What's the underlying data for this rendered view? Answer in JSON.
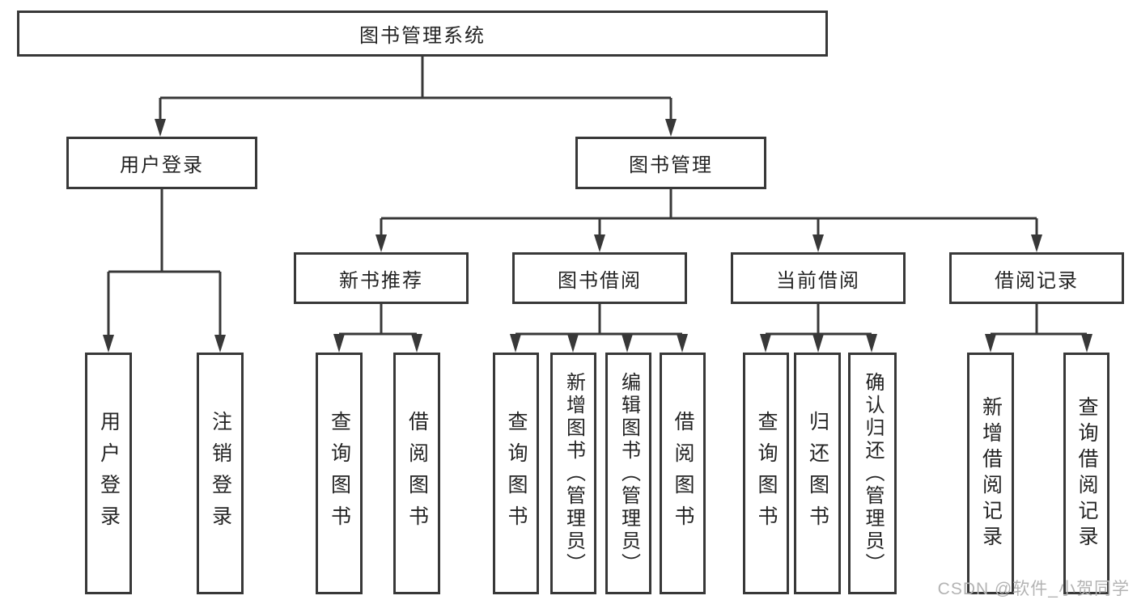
{
  "diagram": {
    "root": {
      "label": "图书管理系统"
    },
    "level2": [
      {
        "label": "用户登录"
      },
      {
        "label": "图书管理"
      }
    ],
    "level3": [
      {
        "label": "新书推荐",
        "parent": "图书管理"
      },
      {
        "label": "图书借阅",
        "parent": "图书管理"
      },
      {
        "label": "当前借阅",
        "parent": "图书管理"
      },
      {
        "label": "借阅记录",
        "parent": "图书管理"
      }
    ],
    "leaves": [
      {
        "label": "用户登录",
        "parent": "用户登录"
      },
      {
        "label": "注销登录",
        "parent": "用户登录"
      },
      {
        "label": "查询图书",
        "parent": "新书推荐"
      },
      {
        "label": "借阅图书",
        "parent": "新书推荐"
      },
      {
        "label": "查询图书",
        "parent": "图书借阅"
      },
      {
        "label": "新增图书（管理员）",
        "parent": "图书借阅"
      },
      {
        "label": "编辑图书（管理员）",
        "parent": "图书借阅"
      },
      {
        "label": "借阅图书",
        "parent": "图书借阅"
      },
      {
        "label": "查询图书",
        "parent": "当前借阅"
      },
      {
        "label": "归还图书",
        "parent": "当前借阅"
      },
      {
        "label": "确认归还（管理员）",
        "parent": "当前借阅"
      },
      {
        "label": "新增借阅记录",
        "parent": "借阅记录"
      },
      {
        "label": "查询借阅记录",
        "parent": "借阅记录"
      }
    ]
  },
  "watermark": {
    "text": "CSDN @软件_小贺同学"
  },
  "colors": {
    "line": "#383838",
    "text": "#242424",
    "box_background": "#ffffff",
    "page_background": "#ffffff",
    "watermark": "#b3b3b3"
  }
}
